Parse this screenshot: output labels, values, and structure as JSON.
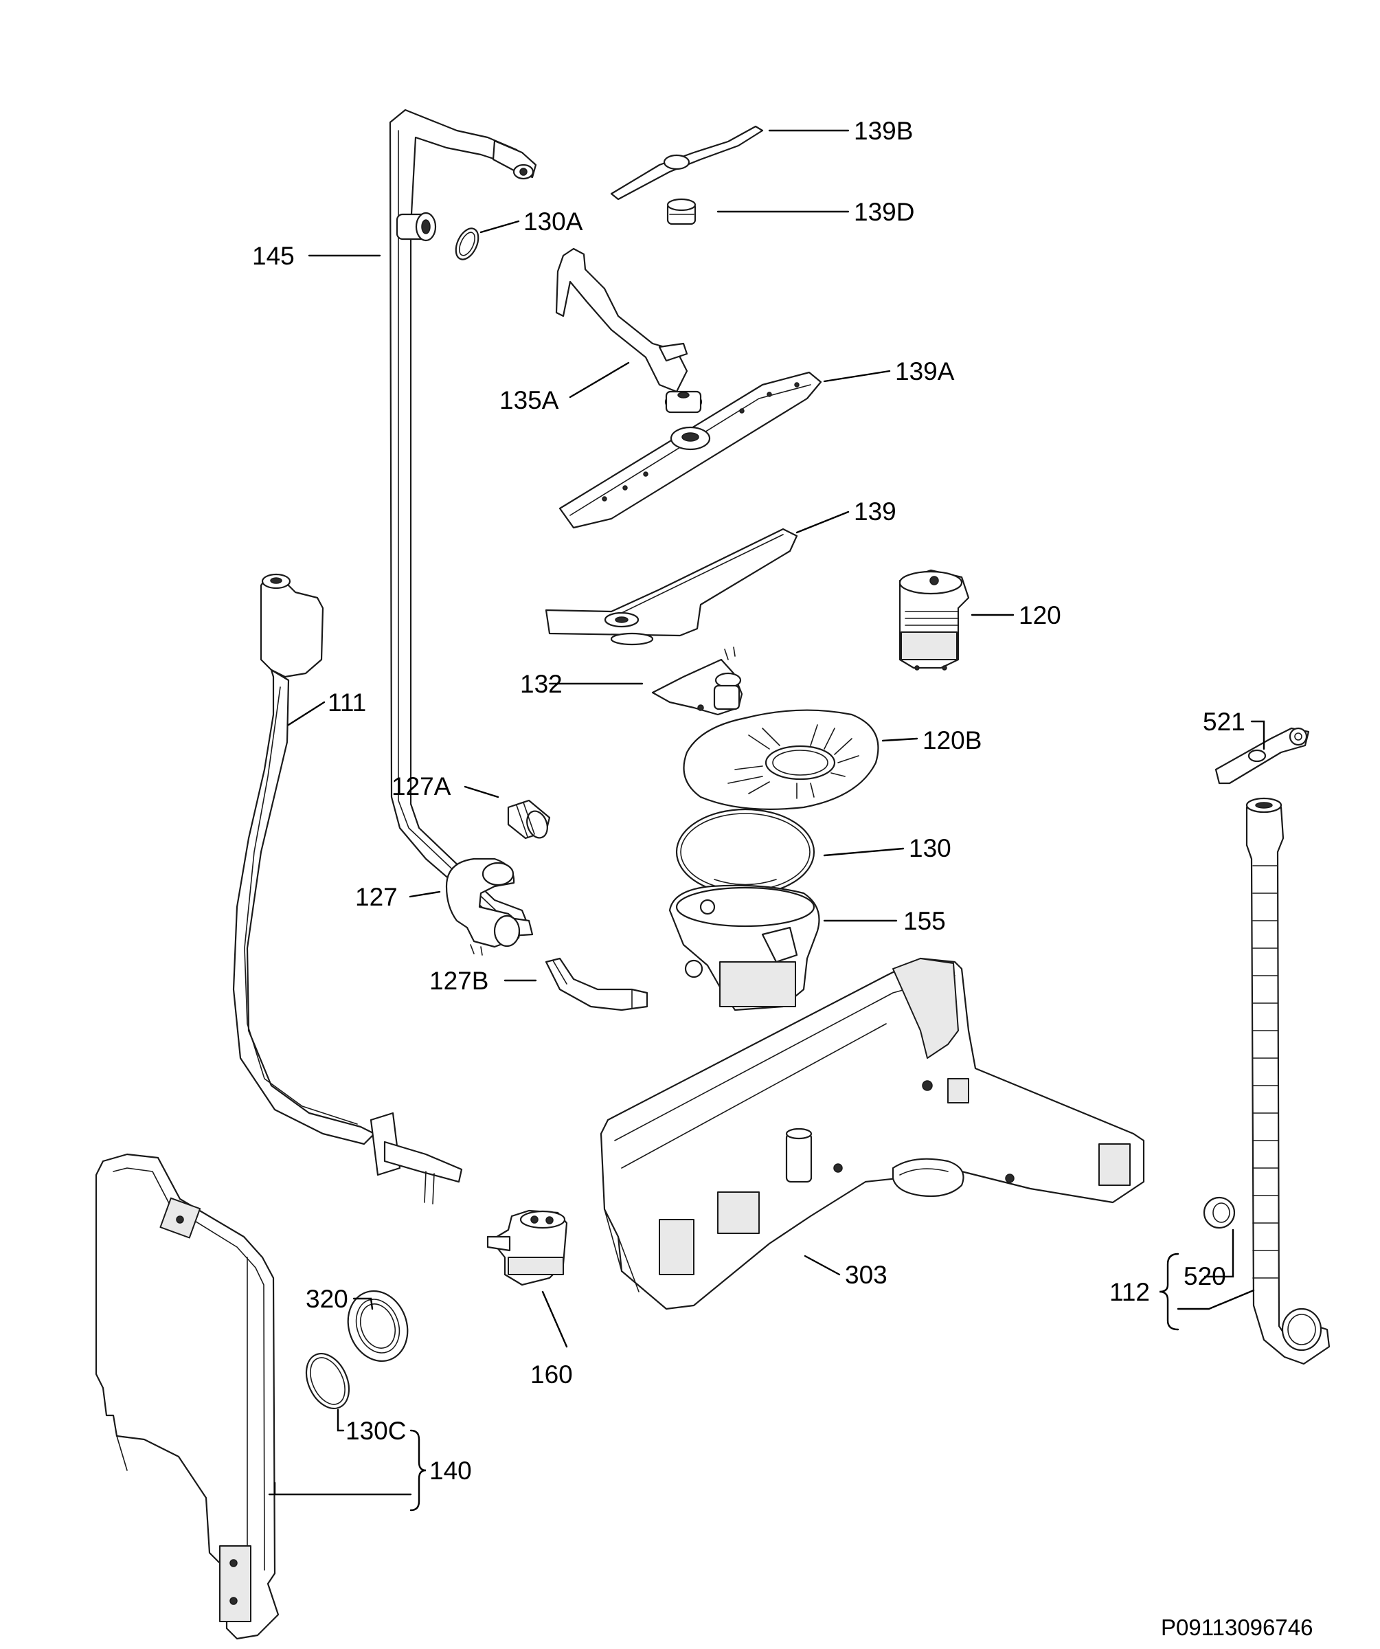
{
  "callouts": {
    "c139B": "139B",
    "c139D": "139D",
    "c130A": "130A",
    "c145": "145",
    "c135A": "135A",
    "c139A": "139A",
    "c139": "139",
    "c120": "120",
    "c111": "111",
    "c132": "132",
    "c120B": "120B",
    "c521": "521",
    "c127A": "127A",
    "c130": "130",
    "c127": "127",
    "c155": "155",
    "c127B": "127B",
    "c303": "303",
    "c112": "112",
    "c520": "520",
    "c320": "320",
    "c160": "160",
    "c130C": "130C",
    "c140": "140"
  },
  "diagram_code": "P09113096746",
  "colors": {
    "line": "#1a1a1a",
    "background": "#ffffff"
  }
}
